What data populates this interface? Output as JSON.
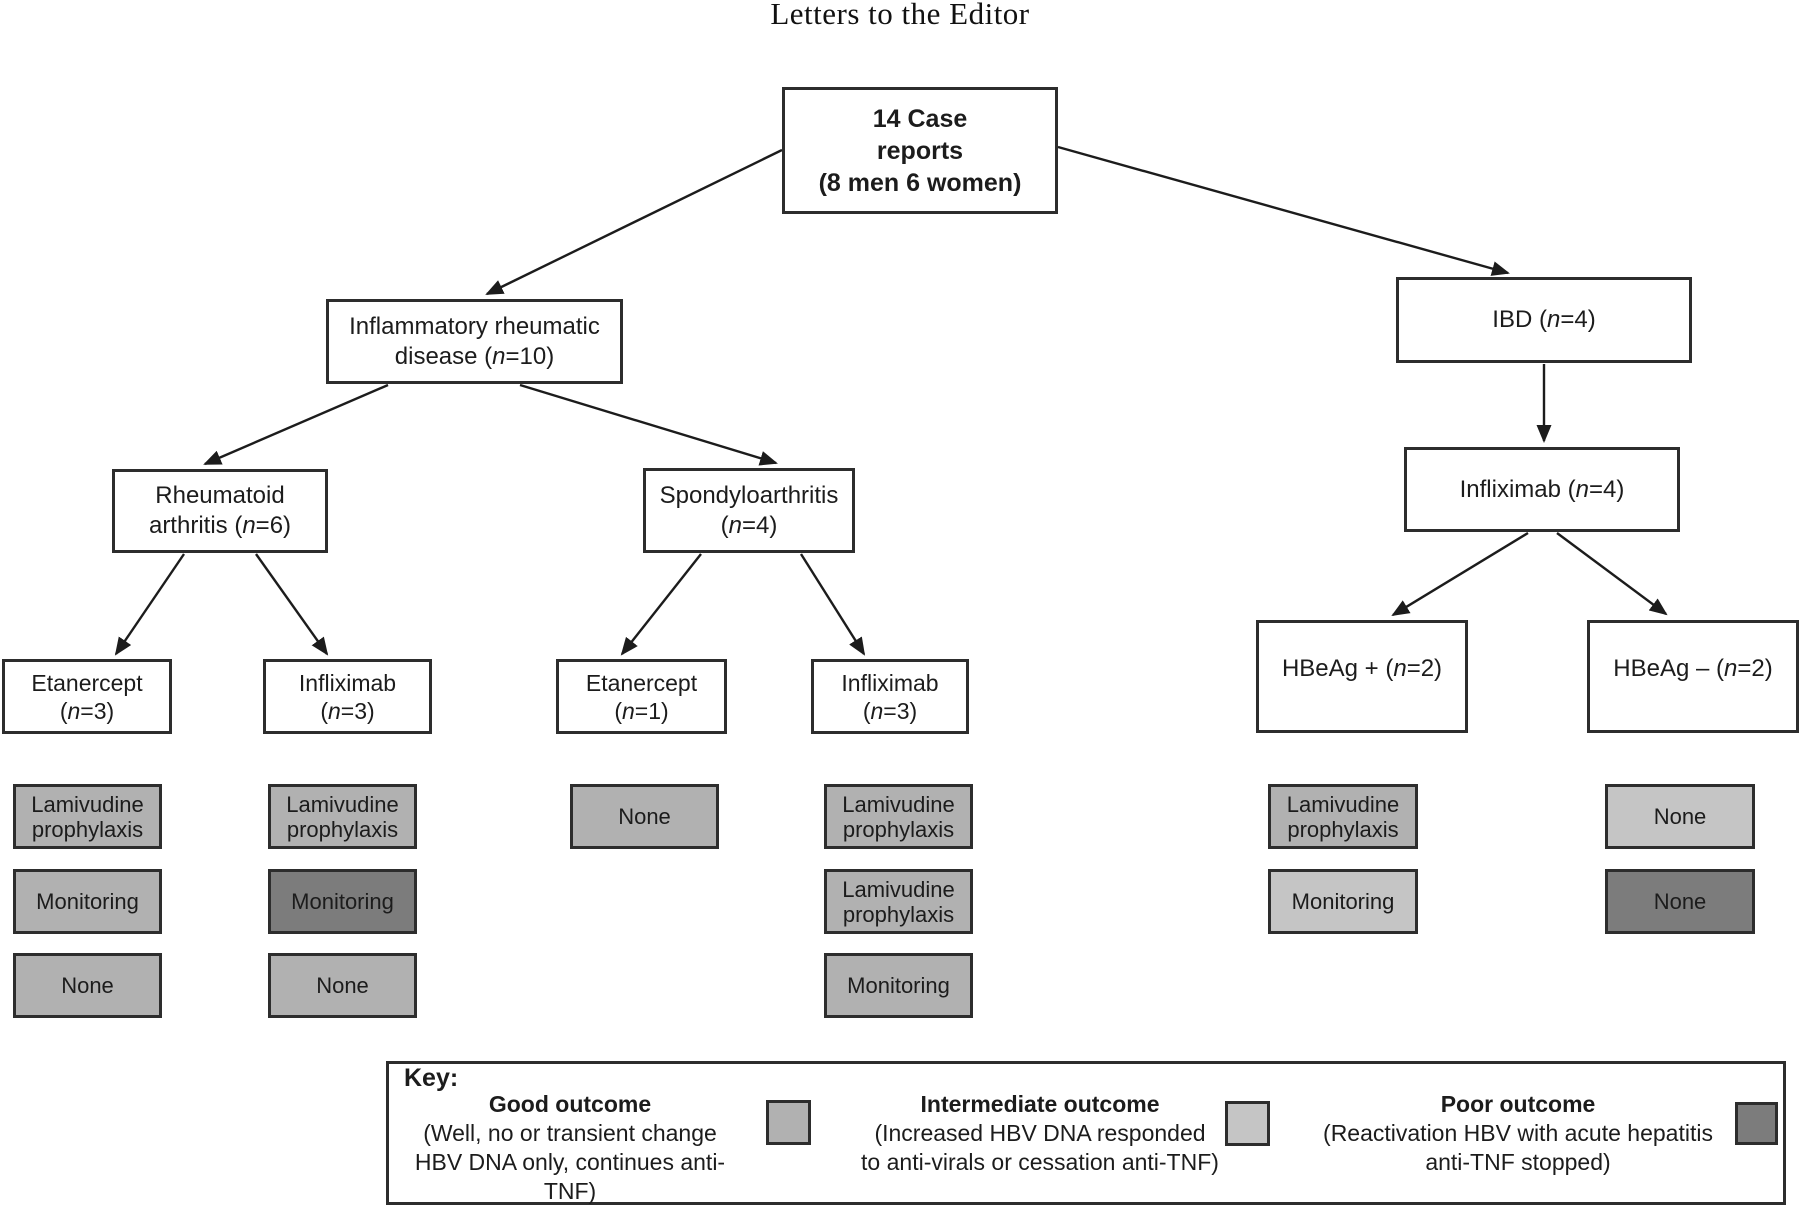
{
  "page_title": "Letters to the Editor",
  "colors": {
    "good": "#b1b1b1",
    "intermediate": "#c5c5c5",
    "poor": "#7c7c7c",
    "node_border": "#2d2d2d"
  },
  "nodes": {
    "root": {
      "lines": [
        "14 Case",
        "reports",
        "(8 men 6 women)"
      ]
    },
    "inflammatory": {
      "lines": [
        "Inflammatory rheumatic",
        "disease (n=10)"
      ]
    },
    "ibd": {
      "lines": [
        "IBD (n=4)"
      ]
    },
    "rheumatoid": {
      "lines": [
        "Rheumatoid",
        "arthritis (n=6)"
      ]
    },
    "spondyloarthritis": {
      "lines": [
        "Spondyloarthritis",
        "(n=4)"
      ]
    },
    "infliximab_ibd": {
      "lines": [
        "Infliximab (n=4)"
      ]
    },
    "etanercept_ra": {
      "lines": [
        "Etanercept",
        "(n=3)"
      ]
    },
    "infliximab_ra": {
      "lines": [
        "Infliximab",
        "(n=3)"
      ]
    },
    "etanercept_spa": {
      "lines": [
        "Etanercept",
        "(n=1)"
      ]
    },
    "infliximab_spa": {
      "lines": [
        "Infliximab",
        "(n=3)"
      ]
    },
    "hbeag_pos": {
      "lines": [
        "HBeAg + (n=2)"
      ]
    },
    "hbeag_neg": {
      "lines": [
        "HBeAg – (n=2)"
      ]
    }
  },
  "outcomes": {
    "ra_etanercept": [
      {
        "label": "Lamivudine prophylaxis",
        "outcome": "good"
      },
      {
        "label": "Monitoring",
        "outcome": "good"
      },
      {
        "label": "None",
        "outcome": "good"
      }
    ],
    "ra_infliximab": [
      {
        "label": "Lamivudine prophylaxis",
        "outcome": "good"
      },
      {
        "label": "Monitoring",
        "outcome": "poor"
      },
      {
        "label": "None",
        "outcome": "good"
      }
    ],
    "spa_etanercept": [
      {
        "label": "None",
        "outcome": "good"
      }
    ],
    "spa_infliximab": [
      {
        "label": "Lamivudine prophylaxis",
        "outcome": "good"
      },
      {
        "label": "Lamivudine prophylaxis",
        "outcome": "good"
      },
      {
        "label": "Monitoring",
        "outcome": "good"
      }
    ],
    "ibd_hbeag_pos": [
      {
        "label": "Lamivudine prophylaxis",
        "outcome": "good"
      },
      {
        "label": "Monitoring",
        "outcome": "intermediate"
      }
    ],
    "ibd_hbeag_neg": [
      {
        "label": "None",
        "outcome": "intermediate"
      },
      {
        "label": "None",
        "outcome": "poor"
      }
    ]
  },
  "key": {
    "title": "Key:",
    "entries": [
      {
        "heading": "Good outcome",
        "line1": "(Well, no or transient change",
        "line2": "HBV DNA only, continues anti-TNF)",
        "outcome": "good"
      },
      {
        "heading": "Intermediate outcome",
        "line1": "(Increased HBV DNA responded",
        "line2": "to anti-virals or cessation anti-TNF)",
        "outcome": "intermediate"
      },
      {
        "heading": "Poor outcome",
        "line1": "(Reactivation HBV with acute hepatitis",
        "line2": "anti-TNF stopped)",
        "outcome": "poor"
      }
    ]
  }
}
